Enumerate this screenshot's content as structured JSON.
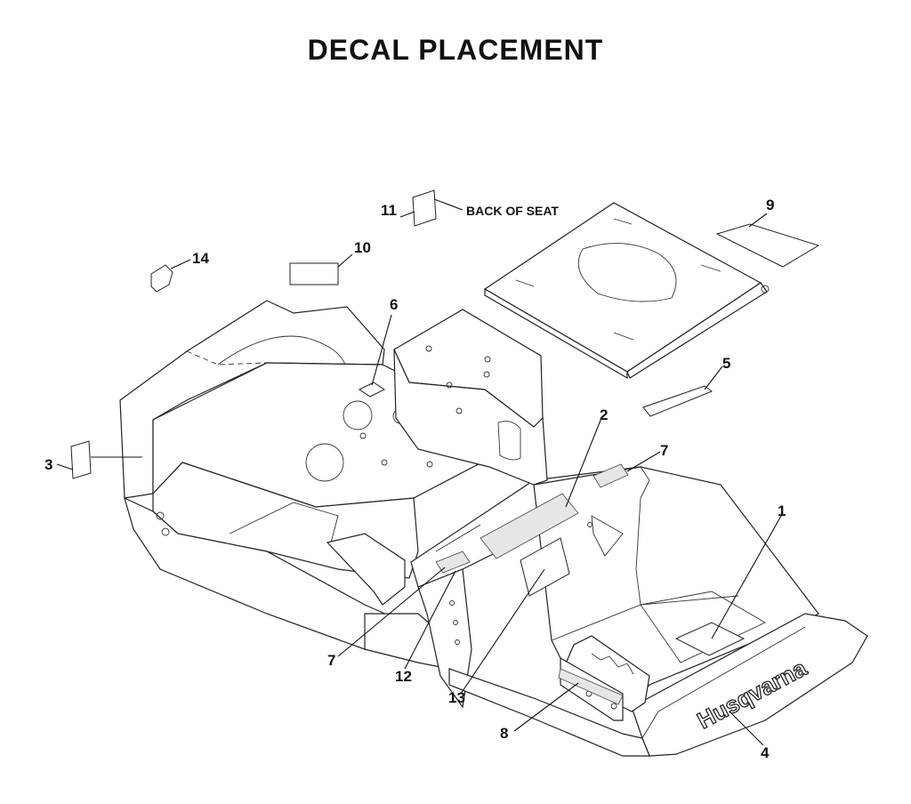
{
  "title": "DECAL PLACEMENT",
  "note_back_of_seat": "BACK OF SEAT",
  "brand_text": "Husqvarna",
  "callouts": [
    "1",
    "2",
    "3",
    "4",
    "5",
    "6",
    "7",
    "7",
    "8",
    "9",
    "10",
    "11",
    "12",
    "13",
    "14"
  ]
}
